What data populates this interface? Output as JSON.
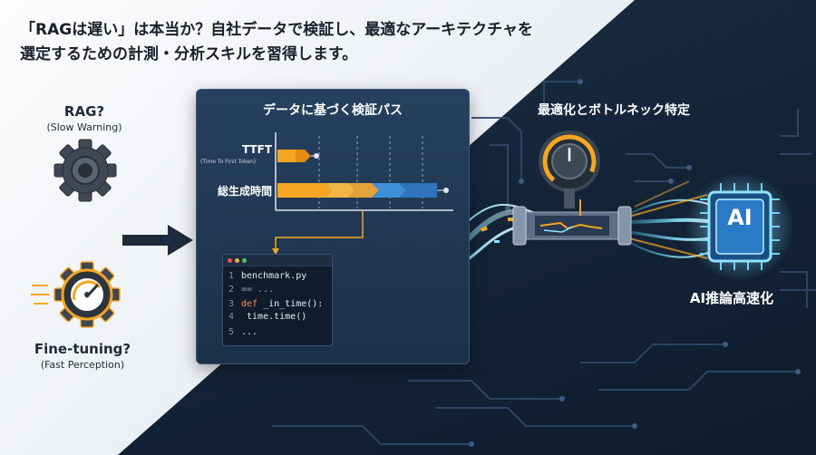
{
  "headline": {
    "line1": "「RAGは遅い」は本当か？自社データで検証し、最適なアーキテクチャを",
    "line2": "選定するための計測・分析スキルを習得します。"
  },
  "left": {
    "rag_title": "RAG?",
    "rag_sub": "(Slow Warning)",
    "ft_title": "Fine-tuning?",
    "ft_sub": "(Fast Perception)"
  },
  "panel": {
    "title": "データに基づく検証パス",
    "ttft_label": "TTFT",
    "ttft_sub": "(Time To First Token)",
    "total_label": "総生成時間"
  },
  "code": {
    "lines": [
      {
        "num": "1",
        "text": "benchmark.py"
      },
      {
        "num": "2",
        "text": "== ..."
      },
      {
        "num": "3",
        "keyword": "def",
        "text": " _in_time():"
      },
      {
        "num": "4",
        "text": "  time.time()"
      },
      {
        "num": "5",
        "text": "..."
      }
    ]
  },
  "right": {
    "title": "最適化とボトルネック特定",
    "chip": "AI",
    "chip_label": "AI推論高速化"
  },
  "colors": {
    "orange": "#f5a623",
    "blue": "#3f8fd8",
    "dark": "#15263a",
    "cyan": "#4fd0ff"
  }
}
